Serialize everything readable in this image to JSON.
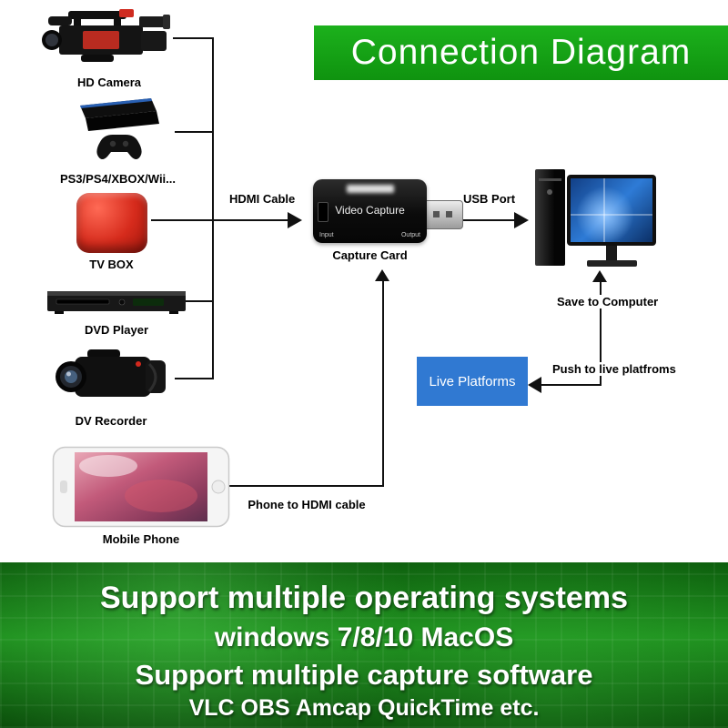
{
  "banner": {
    "title": "Connection Diagram",
    "bg_color": "#15a015"
  },
  "devices": [
    {
      "name": "hd-camera",
      "label": "HD Camera"
    },
    {
      "name": "game-console",
      "label": "PS3/PS4/XBOX/Wii..."
    },
    {
      "name": "tv-box",
      "label": "TV BOX"
    },
    {
      "name": "dvd-player",
      "label": "DVD Player"
    },
    {
      "name": "dv-recorder",
      "label": "DV Recorder"
    },
    {
      "name": "mobile-phone",
      "label": "Mobile Phone"
    }
  ],
  "capture_card": {
    "title": "Video Capture",
    "input_label": "Input",
    "output_label": "Output",
    "caption": "Capture Card"
  },
  "connections": {
    "hdmi_cable": "HDMI Cable",
    "usb_port": "USB Port",
    "save_to_computer": "Save to Computer",
    "push_to_live": "Push to live platfroms",
    "phone_to_hdmi": "Phone to HDMI cable"
  },
  "live_platforms": {
    "label": "Live Platforms",
    "bg_color": "#3079d2"
  },
  "footer": {
    "bg_color": "#0d6b0d",
    "lines": [
      "Support multiple operating systems",
      "windows 7/8/10 MacOS",
      "Support multiple capture software",
      "VLC OBS Amcap QuickTime etc."
    ]
  }
}
